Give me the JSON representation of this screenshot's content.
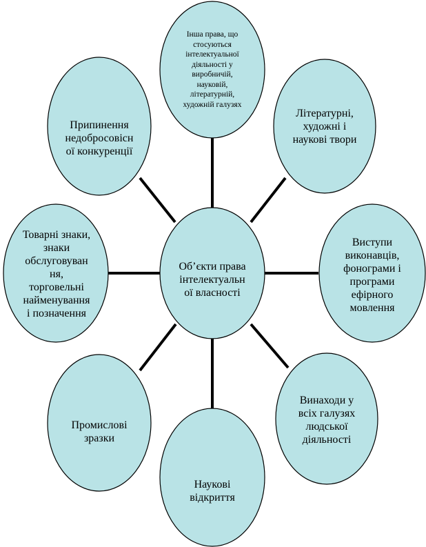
{
  "diagram": {
    "center": {
      "label": "Об’єкти права\nінтелектуальн\nої власності"
    },
    "nodes": [
      {
        "id": "top",
        "label": "Інша права, що\nстосуються\nінтелектуальної\nдіяльності у\nвиробничій,\nнауковій,\nлітературній,\nхудожній галузях"
      },
      {
        "id": "top-right",
        "label": "Літературні,\nхудожні і\nнаукові твори"
      },
      {
        "id": "right",
        "label": "Виступи\nвиконавців,\nфонограми і\nпрограми\nефірного\nмовлення"
      },
      {
        "id": "bottom-right",
        "label": "Винаходи у\nвсіх галузях\nлюдської\nдіяльності"
      },
      {
        "id": "bottom",
        "label": "Наукові\nвідкриття"
      },
      {
        "id": "bottom-left",
        "label": "Промислові\nзразки"
      },
      {
        "id": "left",
        "label": "Товарні знаки,\nзнаки\nобслуговуван\nня,\nторговельні\nнайменування\nі позначення"
      },
      {
        "id": "top-left",
        "label": "Припинення\nнедобросовісн\nої конкуренції"
      }
    ],
    "colors": {
      "node_fill": "#b9e3e6",
      "node_stroke": "#000000",
      "connector": "#000000"
    }
  }
}
